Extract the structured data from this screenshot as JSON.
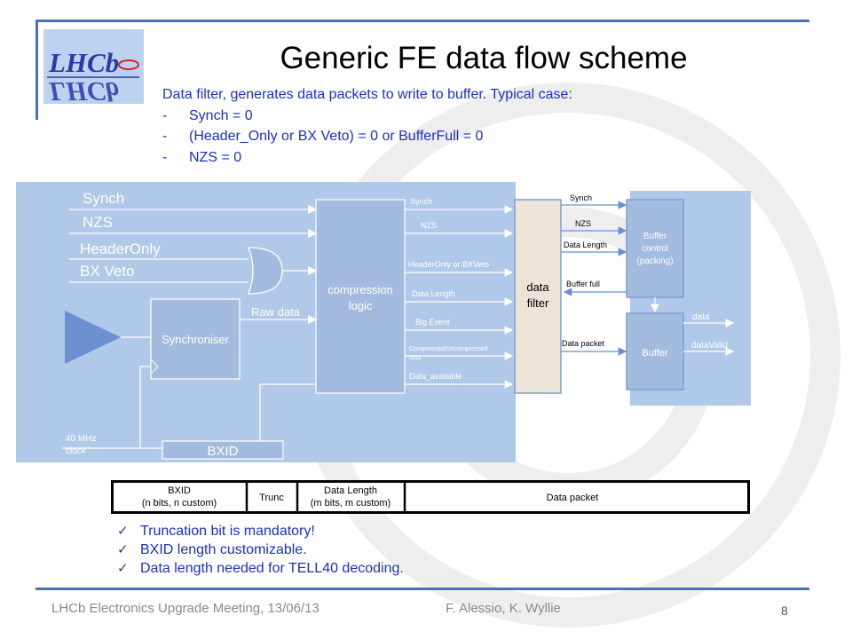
{
  "logo_text": "LHCb",
  "title": "Generic FE data flow scheme",
  "intro": {
    "line": "Data filter, generates data packets to write to buffer. Typical case:",
    "bullets": [
      "Synch = 0",
      "(Header_Only or BX Veto) = 0 or BufferFull = 0",
      "NZS = 0"
    ],
    "bullet_marker": "-"
  },
  "diagram": {
    "inputs": [
      "Synch",
      "NZS",
      "HeaderOnly",
      "BX Veto"
    ],
    "raw_data": "Raw data",
    "synchroniser": "Synchroniser",
    "clock": [
      "40 MHz",
      "clock"
    ],
    "bxid": "BXID",
    "compression": [
      "compression",
      "logic"
    ],
    "compression_outputs": [
      "Synch",
      "NZS",
      "HeaderOnly or BXVeto",
      "Data Length",
      "Big Event",
      "Compressed/Uncompressed",
      "data",
      "Data_available"
    ],
    "data_filter": [
      "data",
      "filter"
    ],
    "filter_outputs": [
      "Synch",
      "NZS",
      "Data Length",
      "Buffer full",
      "Data packet"
    ],
    "buffer_control": [
      "Buffer",
      "control",
      "(packing)"
    ],
    "buffer": "Buffer",
    "buffer_outputs": [
      "data",
      "dataValid"
    ]
  },
  "packet": {
    "cells": [
      {
        "line1": "BXID",
        "line2": "(n bits, n custom)"
      },
      {
        "line1": "Trunc",
        "line2": ""
      },
      {
        "line1": "Data Length",
        "line2": "(m bits, m custom)"
      },
      {
        "line1": "Data packet",
        "line2": ""
      }
    ]
  },
  "checklist": [
    "Truncation bit is mandatory!",
    "BXID length customizable.",
    "Data length needed for TELL40 decoding."
  ],
  "footer": {
    "meeting": "LHCb Electronics Upgrade Meeting, 13/06/13",
    "authors": "F. Alessio, K. Wyllie",
    "page": "8"
  },
  "colors": {
    "rule": "#4a6fc1",
    "text_blue": "#1c2ec4",
    "diagram_panel": "#b0c9e9",
    "diagram_block": "#a2bbdf",
    "filter_box": "#ece4d9"
  }
}
